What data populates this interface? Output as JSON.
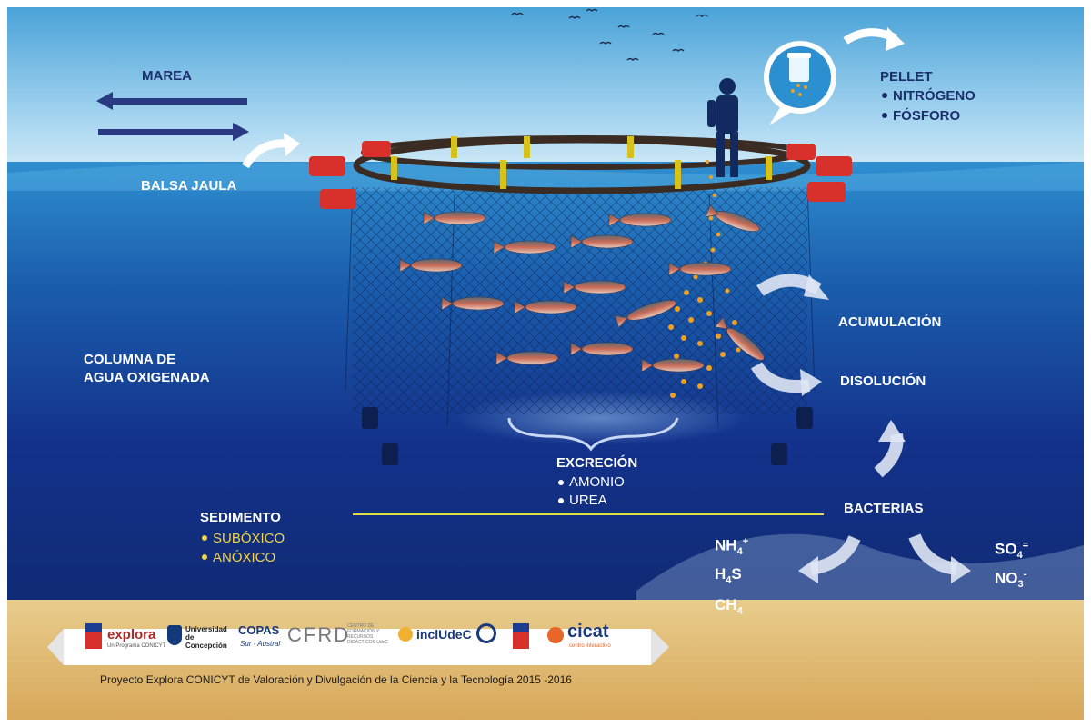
{
  "labels": {
    "marea": "MAREA",
    "balsa_jaula": "BALSA JAULA",
    "pellet": "PELLET",
    "pellet_items": [
      "NITRÓGENO",
      "FÓSFORO"
    ],
    "columna_line1": "COLUMNA DE",
    "columna_line2": "AGUA OXIGENADA",
    "acumulacion": "ACUMULACIÓN",
    "disolucion": "DISOLUCIÓN",
    "excrecion": "EXCRECIÓN",
    "excrecion_items": [
      "AMONIO",
      "UREA"
    ],
    "bacterias": "BACTERIAS",
    "sedimento": "SEDIMENTO",
    "sedimento_items": [
      "SUBÓXICO",
      "ANÓXICO"
    ]
  },
  "chemicals": {
    "nh4": {
      "base": "NH",
      "sub": "4",
      "sup": "+"
    },
    "h2s": {
      "base": "H",
      "sub": "4",
      "rest": "S"
    },
    "ch4": {
      "base": "CH",
      "sub": "4"
    },
    "so4": {
      "base": "SO",
      "sub": "4",
      "sup": "="
    },
    "no3": {
      "base": "NO",
      "sub": "3",
      "sup": "-"
    }
  },
  "logos": {
    "explora": "explora",
    "explora_sub": "Un Programa CONICYT",
    "udec": "Universidad de Concepción",
    "copas": "COPAS",
    "copas_sub": "Sur - Austral",
    "cfrd": "CFRD",
    "cfrd_sub": "CENTRO DE FORMACIÓN Y RECURSOS DIDÁCTICOS UdeC",
    "inclu": "inclUdeC",
    "cicat": "cicat",
    "cicat_sub": "centro interactivo"
  },
  "footer": "Proyecto Explora CONICYT de Valoración y Divulgación de la Ciencia y la Tecnología 2015 -2016",
  "colors": {
    "sky_top": "#4aa3d8",
    "deep_water": "#0f2a70",
    "sediment_line": "#e7dc4a",
    "accent_yellow": "#f2d34a",
    "pellet_orange": "#f0a020",
    "navy_text": "#1c2f6b"
  }
}
